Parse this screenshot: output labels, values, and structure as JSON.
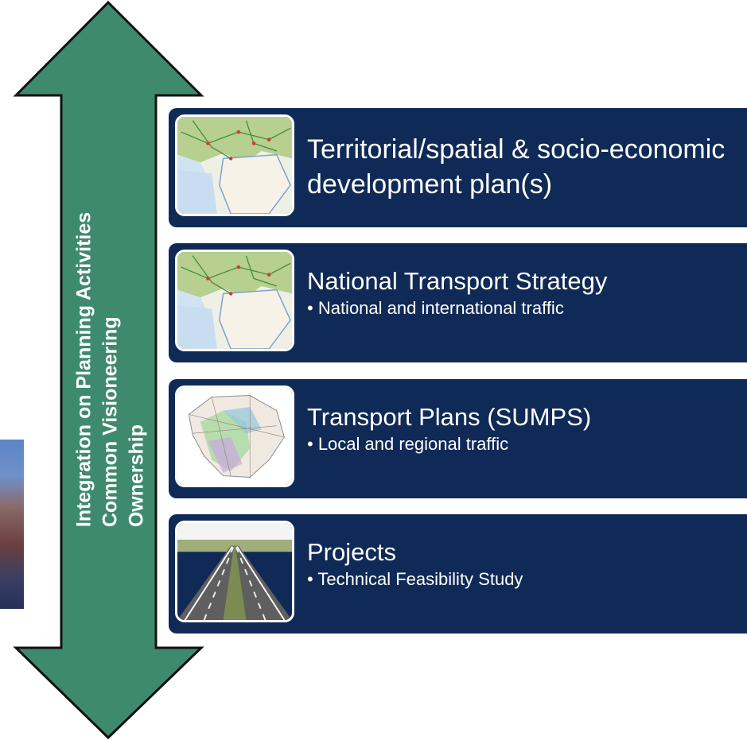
{
  "colors": {
    "arrow_fill": "#3e8a6f",
    "arrow_outline": "#111111",
    "panel_background": "#102a57",
    "text": "#ffffff"
  },
  "arrow": {
    "line1": "Integration on Planning Activities",
    "line2": "Common Visioneering",
    "line3": "Ownership"
  },
  "panels": [
    {
      "title": "Territorial/spatial & socio-economic development plan(s)",
      "bullet": "",
      "icon": "regional-map-image"
    },
    {
      "title": "National Transport Strategy",
      "bullet": "• National and international traffic",
      "icon": "regional-map-image"
    },
    {
      "title": "Transport Plans (SUMPS)",
      "bullet": "• Local and regional traffic",
      "icon": "county-map-image"
    },
    {
      "title": "Projects",
      "bullet": "• Technical Feasibility Study",
      "icon": "highway-photo-image"
    }
  ]
}
